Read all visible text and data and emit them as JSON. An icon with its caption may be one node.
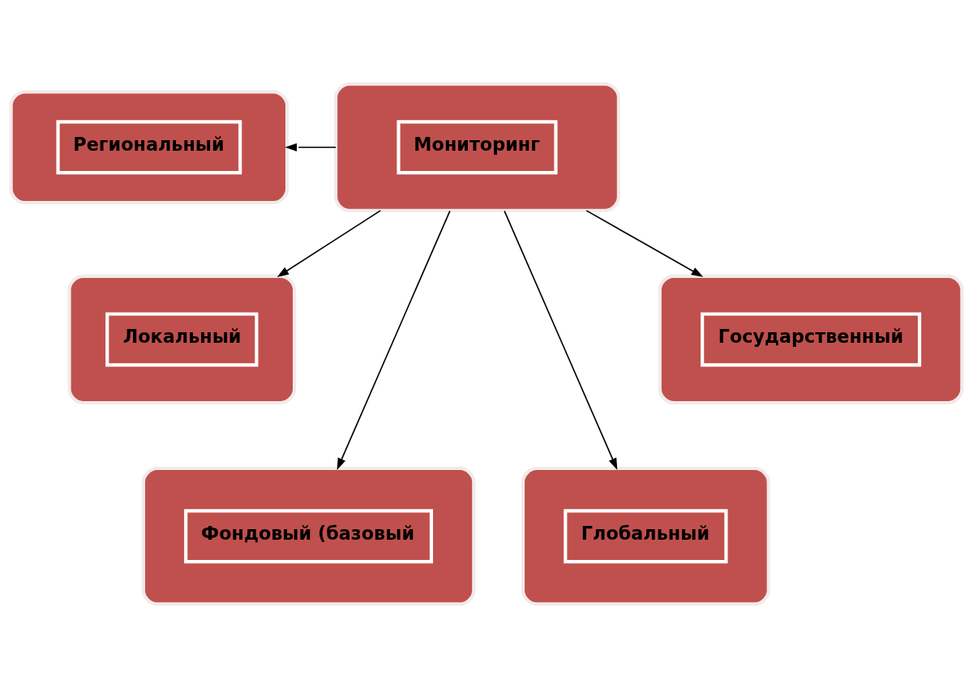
{
  "diagram": {
    "nodes": [
      {
        "text": [
          "Региональный"
        ]
      },
      {
        "text": [
          "Мониторинг"
        ]
      },
      {
        "text": [
          "Локальный"
        ]
      },
      {
        "text": [
          "Государственный"
        ]
      },
      {
        "text": [
          "Фондовый (базовый"
        ]
      },
      {
        "text": [
          "Глобальный"
        ]
      }
    ],
    "edges": [
      {
        "from": 1,
        "to": 0,
        "arrow": "to"
      },
      {
        "from": 1,
        "to": 2,
        "arrow": "to"
      },
      {
        "from": 1,
        "to": 4,
        "arrow": "to"
      },
      {
        "from": 1,
        "to": 5,
        "arrow": "to"
      },
      {
        "from": 1,
        "to": 3,
        "arrow": "to"
      }
    ]
  }
}
